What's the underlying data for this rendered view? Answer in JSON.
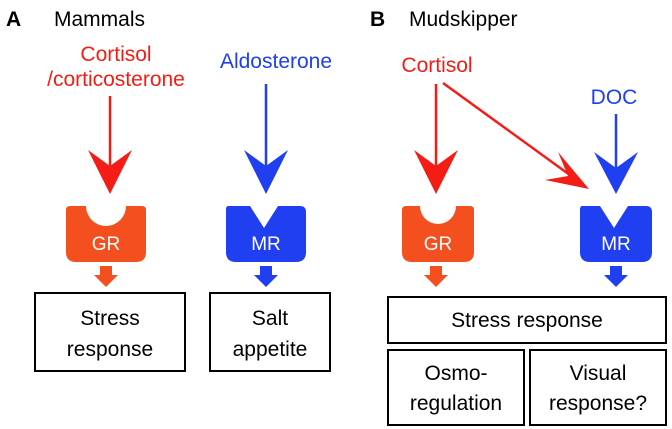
{
  "panel_a": {
    "letter": "A",
    "title": "Mammals",
    "hormone_left_line1": "Cortisol",
    "hormone_left_line2": "/corticosterone",
    "hormone_right": "Aldosterone",
    "receptor_left": "GR",
    "receptor_right": "MR",
    "box_left_line1": "Stress",
    "box_left_line2": "response",
    "box_right_line1": "Salt",
    "box_right_line2": "appetite"
  },
  "panel_b": {
    "letter": "B",
    "title": "Mudskipper",
    "hormone_left": "Cortisol",
    "hormone_right": "DOC",
    "receptor_left": "GR",
    "receptor_right": "MR",
    "box_wide": "Stress response",
    "box_left_line1": "Osmo-",
    "box_left_line2": "regulation",
    "box_right_line1": "Visual",
    "box_right_line2": "response?"
  },
  "colors": {
    "red": "#f41d16",
    "orange": "#f4501f",
    "blue": "#1f3ff0",
    "black": "#000000"
  }
}
